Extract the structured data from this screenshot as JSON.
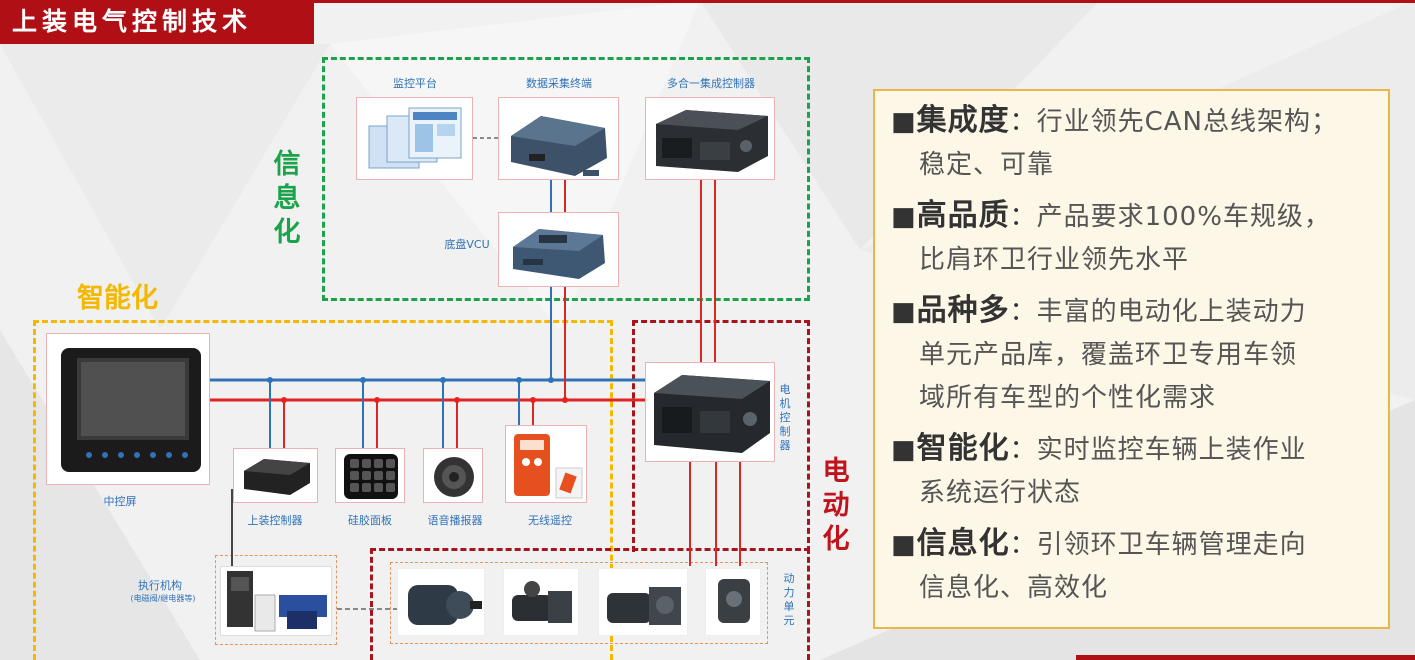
{
  "title": "上装电气控制技术",
  "sections": {
    "info": "信息化",
    "smart": "智能化",
    "electric": "电动化"
  },
  "nodes": {
    "monitor_platform": "监控平台",
    "data_terminal": "数据采集终端",
    "integrated_controller": "多合一集成控制器",
    "chassis_vcu": "底盘VCU",
    "central_screen": "中控屏",
    "body_controller": "上装控制器",
    "silicone_panel": "硅胶面板",
    "voice_broadcaster": "语音播报器",
    "wireless_remote": "无线遥控",
    "actuator": "执行机构",
    "actuator_sub": "(电磁阀/继电器等)",
    "motor_controller": "电机控制器",
    "power_unit": "动力单元"
  },
  "features": [
    {
      "keyword": "集成度",
      "line1": "行业领先CAN总线架构；",
      "line2": "稳定、可靠"
    },
    {
      "keyword": "高品质",
      "line1": "产品要求100%车规级，",
      "line2": "比肩环卫行业领先水平"
    },
    {
      "keyword": "品种多",
      "line1": "丰富的电动化上装动力",
      "line2": "单元产品库，覆盖环卫专用车领",
      "line3": "域所有车型的个性化需求"
    },
    {
      "keyword": "智能化",
      "line1": "实时监控车辆上装作业",
      "line2": "系统运行状态"
    },
    {
      "keyword": "信息化",
      "line1": "引领环卫车辆管理走向",
      "line2": "信息化、高效化"
    }
  ],
  "colors": {
    "brand_red": "#b00f16",
    "info_green": "#1aa34a",
    "smart_orange": "#f5b800",
    "electric_red": "#c0131b",
    "can_blue": "#2f72b8",
    "panel_border": "#e9b64a"
  }
}
